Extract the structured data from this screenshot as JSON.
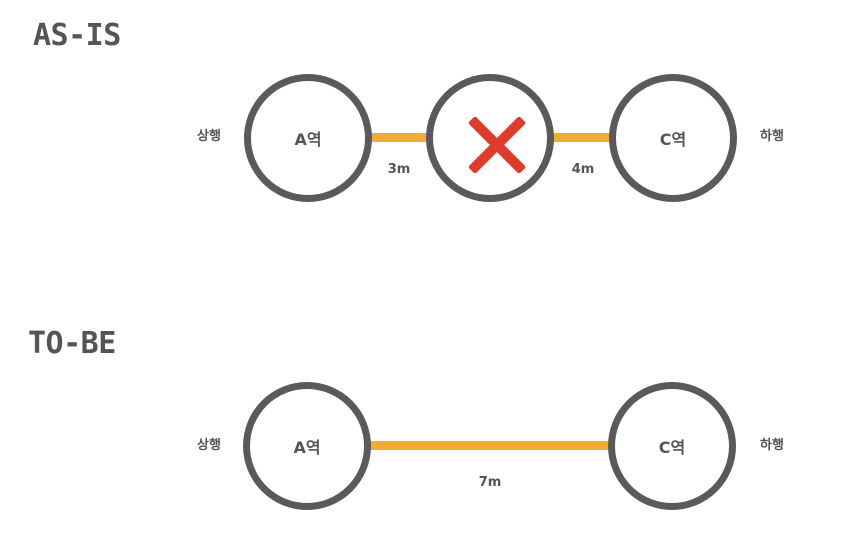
{
  "as_is": {
    "title": "AS-IS",
    "upbound": "상행",
    "downbound": "하행",
    "stations": [
      "A역",
      "C역"
    ],
    "distances": [
      "3m",
      "4m"
    ],
    "removed_station_icon": "cross-icon"
  },
  "to_be": {
    "title": "TO-BE",
    "upbound": "상행",
    "downbound": "하행",
    "stations": [
      "A역",
      "C역"
    ],
    "distance": "7m"
  },
  "colors": {
    "track": "#f0ac35",
    "station_border": "#5a5a5a",
    "text": "#555555",
    "cross": "#e03a2a"
  }
}
